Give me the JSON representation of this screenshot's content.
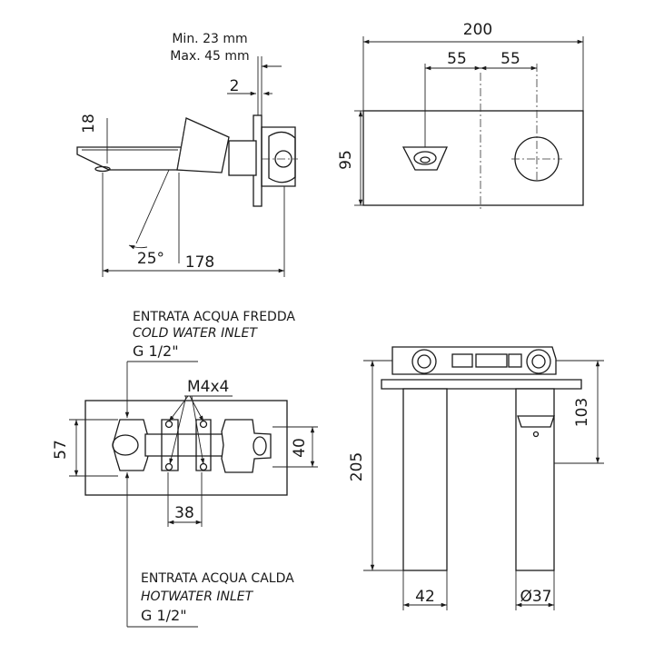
{
  "side_view": {
    "wall_min": "Min. 23 mm",
    "wall_max": "Max. 45 mm",
    "dim_plate": "2",
    "dim_height": "18",
    "dim_angle": "25°",
    "dim_length": "178"
  },
  "front_view": {
    "dim_width": "200",
    "dim_left": "55",
    "dim_right": "55",
    "dim_height": "95"
  },
  "body_view": {
    "cold_it": "ENTRATA ACQUA FREDDA",
    "cold_en": "COLD WATER INLET",
    "cold_thread": "G 1/2\"",
    "screws": "M4x4",
    "dim_height": "57",
    "dim_inner": "40",
    "dim_spacing": "38",
    "hot_it": "ENTRATA ACQUA CALDA",
    "hot_en": "HOTWATER INLET",
    "hot_thread": "G 1/2\""
  },
  "top_view": {
    "dim_depth": "205",
    "dim_spout_height": "103",
    "dim_spout_width": "42",
    "dim_handle_dia": "Ø37"
  }
}
